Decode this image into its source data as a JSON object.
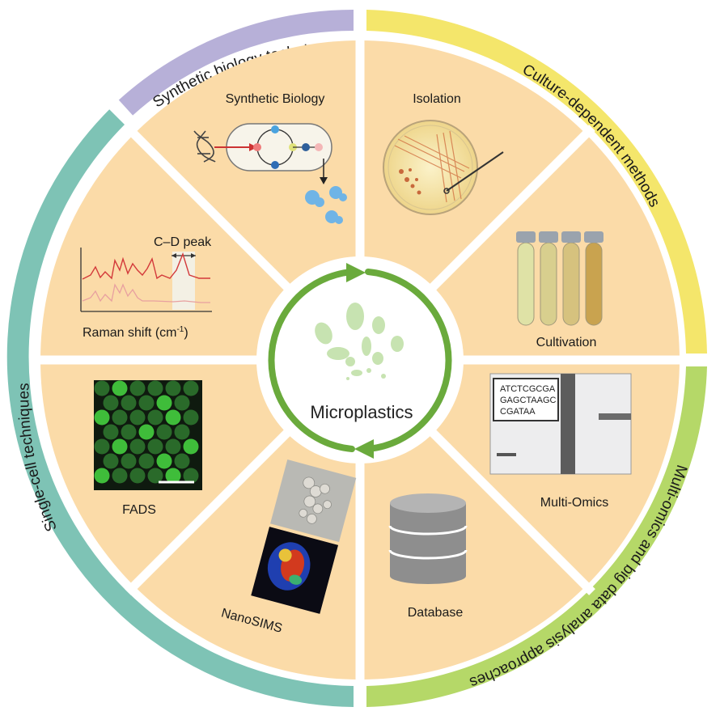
{
  "center": {
    "label": "Microplastics"
  },
  "outer_categories": [
    {
      "label": "Synthetic biology techniques",
      "color": "#b7b0d8"
    },
    {
      "label": "Culture-dependent methods",
      "color": "#f4e66b"
    },
    {
      "label": "Multi-omics and big data analysis approaches",
      "color": "#b5d868"
    },
    {
      "label": "Single-cell techniques",
      "color": "#7ec3b5"
    }
  ],
  "sectors": {
    "synthetic_biology": "Synthetic Biology",
    "isolation": "Isolation",
    "cultivation": "Cultivation",
    "multi_omics": "Multi-Omics",
    "database": "Database",
    "nanosims": "NanoSIMS",
    "fads": "FADS",
    "raman": "Raman shift  (cm",
    "raman_sup": "-1",
    "raman_close": ")",
    "cd_peak": "C–D peak"
  },
  "sequence_lines": [
    "ATCTCGCGA",
    "GAGCTAAGC",
    "CGATAA"
  ],
  "colors": {
    "sector_fill": "#fbdba8",
    "divider": "#ffffff",
    "arrow_green": "#6aaa3c",
    "blob_green": "#c7e3b1"
  }
}
